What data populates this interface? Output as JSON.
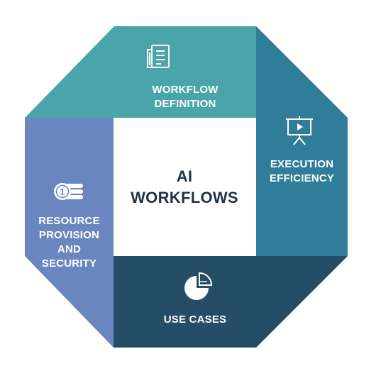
{
  "center": {
    "line1": "AI",
    "line2": "WORKFLOWS"
  },
  "segments": {
    "top": {
      "lines": [
        "WORKFLOW",
        "DEFINITION"
      ],
      "icon": "document-list-icon",
      "color": "#4aa5aa"
    },
    "right": {
      "lines": [
        "EXECUTION",
        "EFFICIENCY"
      ],
      "icon": "presentation-board-icon",
      "color": "#2f7d99"
    },
    "bottom": {
      "lines": [
        "USE CASES"
      ],
      "icon": "pie-chart-icon",
      "color": "#254d66"
    },
    "left": {
      "lines": [
        "RESOURCE",
        "PROVISION",
        "AND",
        "SECURITY"
      ],
      "icon": "coin-stack-icon",
      "color": "#6a86bf"
    }
  },
  "colors": {
    "center_bg": "#ffffff",
    "center_text": "#1f3346",
    "label_text": "#ffffff"
  }
}
